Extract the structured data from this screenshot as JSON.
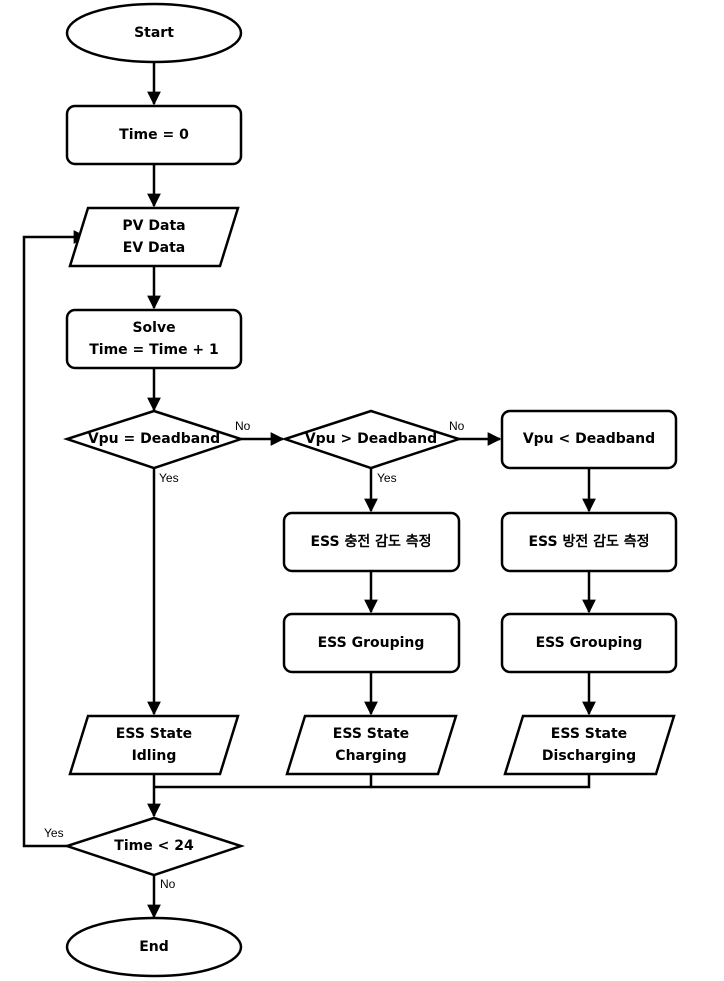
{
  "nodes": {
    "start": "Start",
    "time_init": "Time = 0",
    "data_in": [
      "PV Data",
      "EV Data"
    ],
    "solve": [
      "Solve",
      "Time = Time + 1"
    ],
    "dec_eq": "Vpu = Deadband",
    "dec_gt": "Vpu > Deadband",
    "lt_box": "Vpu < Deadband",
    "charge_measure": "ESS 충전 감도 측정",
    "discharge_measure": "ESS 방전 감도 측정",
    "group_charge": "ESS Grouping",
    "group_discharge": "ESS Grouping",
    "state_idle": [
      "ESS State",
      "Idling"
    ],
    "state_charge": [
      "ESS State",
      "Charging"
    ],
    "state_discharge": [
      "ESS State",
      "Discharging"
    ],
    "dec_time": "Time < 24",
    "end": "End"
  },
  "edge_labels": {
    "eq_no": "No",
    "eq_yes": "Yes",
    "gt_no": "No",
    "gt_yes": "Yes",
    "time_yes": "Yes",
    "time_no": "No"
  }
}
